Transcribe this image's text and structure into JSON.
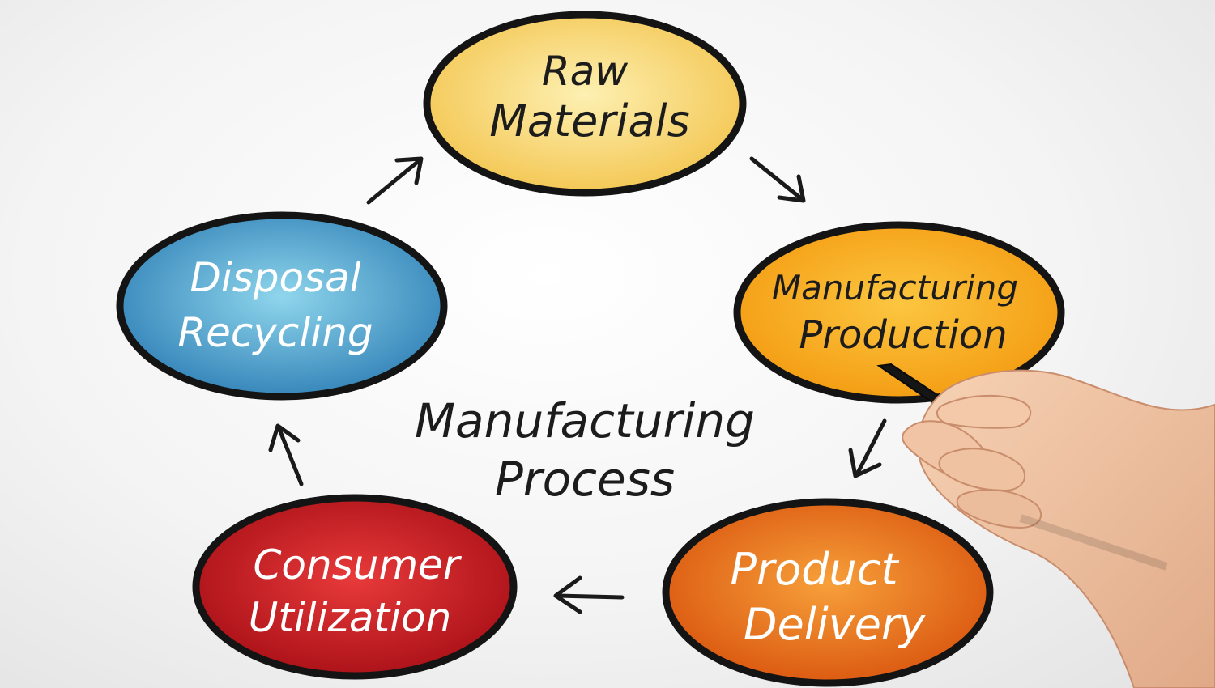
{
  "diagram": {
    "center_title": {
      "line1": "Manufacturing",
      "line2": "Process"
    },
    "nodes": [
      {
        "id": "raw-materials",
        "line1": "Raw",
        "line2": "Materials",
        "fill_inner": "#fdf0b2",
        "fill_outer": "#f3c44d",
        "text_color": "dark"
      },
      {
        "id": "manufacturing-production",
        "line1": "Manufacturing",
        "line2": "Production",
        "fill_inner": "#fcc640",
        "fill_outer": "#f39a10",
        "text_color": "dark"
      },
      {
        "id": "product-delivery",
        "line1": "Product",
        "line2": "Delivery",
        "fill_inner": "#f7a03a",
        "fill_outer": "#d9540e",
        "text_color": "light"
      },
      {
        "id": "consumer-utilization",
        "line1": "Consumer",
        "line2": "Utilization",
        "fill_inner": "#e83a3a",
        "fill_outer": "#a70f16",
        "text_color": "light"
      },
      {
        "id": "disposal-recycling",
        "line1": "Disposal",
        "line2": "Recycling",
        "fill_inner": "#8fd6ec",
        "fill_outer": "#2f7fb6",
        "text_color": "light"
      }
    ],
    "outline_color": "#141414",
    "hand_icon": "hand-holding-pen-icon"
  }
}
